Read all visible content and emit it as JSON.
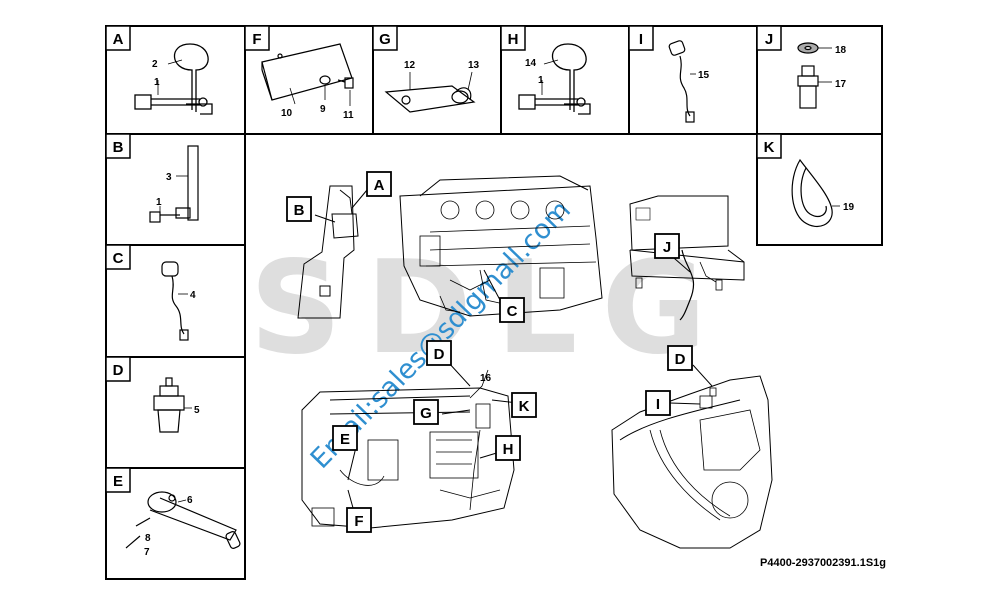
{
  "watermark": {
    "logo": "SDLG",
    "email": "Email:sales@sdlgmall.com"
  },
  "drawing_id": "P4400-2937002391.1S1g",
  "panels": [
    {
      "letter": "A",
      "parts": [
        "1",
        "2"
      ]
    },
    {
      "letter": "B",
      "parts": [
        "1",
        "3"
      ]
    },
    {
      "letter": "C",
      "parts": [
        "4"
      ]
    },
    {
      "letter": "D",
      "parts": [
        "5"
      ]
    },
    {
      "letter": "E",
      "parts": [
        "6",
        "7",
        "8"
      ]
    },
    {
      "letter": "F",
      "parts": [
        "9",
        "10",
        "11"
      ]
    },
    {
      "letter": "G",
      "parts": [
        "12",
        "13"
      ]
    },
    {
      "letter": "H",
      "parts": [
        "1",
        "14"
      ]
    },
    {
      "letter": "I",
      "parts": [
        "15"
      ]
    },
    {
      "letter": "J",
      "parts": [
        "17",
        "18"
      ]
    },
    {
      "letter": "K",
      "parts": [
        "19"
      ]
    }
  ],
  "callouts": {
    "view1": [
      "A",
      "B",
      "C"
    ],
    "view2": [
      "J"
    ],
    "view3": [
      "D",
      "G",
      "K",
      "H",
      "E",
      "F"
    ],
    "view3_part": "16",
    "view4": [
      "D",
      "I"
    ]
  }
}
